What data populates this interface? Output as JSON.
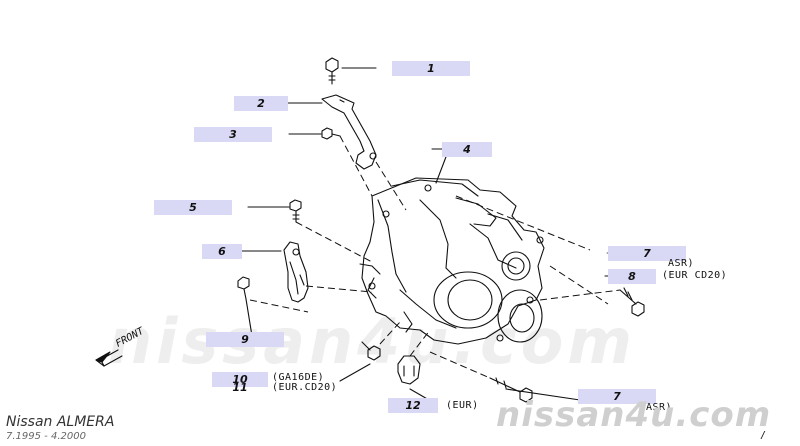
{
  "callouts": [
    {
      "id": "c1",
      "label": "1"
    },
    {
      "id": "c2",
      "label": "2"
    },
    {
      "id": "c3",
      "label": "3"
    },
    {
      "id": "c4",
      "label": "4"
    },
    {
      "id": "c5",
      "label": "5"
    },
    {
      "id": "c6",
      "label": "6"
    },
    {
      "id": "c7a",
      "label": "7"
    },
    {
      "id": "c8",
      "label": "8"
    },
    {
      "id": "c9",
      "label": "9"
    },
    {
      "id": "c10",
      "label": "10"
    },
    {
      "id": "c11",
      "label": "11"
    },
    {
      "id": "c12",
      "label": "12"
    },
    {
      "id": "c7b",
      "label": "7"
    }
  ],
  "notes": {
    "asr_top": "ASR)",
    "eur_cd20_right": "(EUR CD20)",
    "ga16de": "(GA16DE)",
    "eur_cd20_left": "(EUR.CD20)",
    "eur": "(EUR)",
    "asr_bottom": "ASR)",
    "tick": "/"
  },
  "front_label": "FRONT",
  "footer": {
    "model": "Nissan ALMERA",
    "dates": "7.1995 - 4.2000"
  },
  "watermark": {
    "big": "nissan4u.com",
    "small": "nissan4u.com"
  }
}
